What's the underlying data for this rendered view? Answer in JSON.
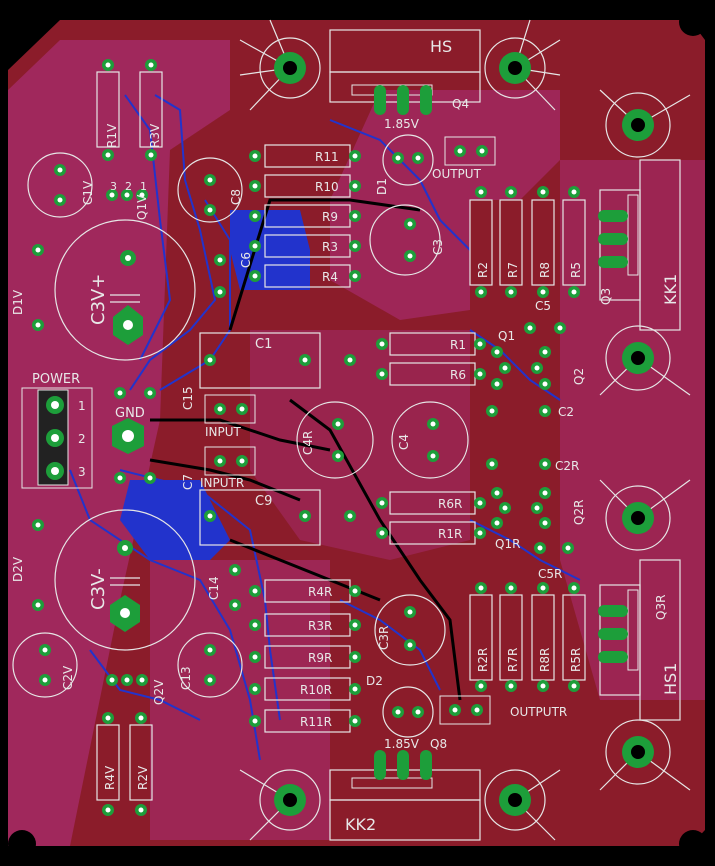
{
  "board": {
    "colors": {
      "copper_top": "#8b1c2a",
      "copper_hi": "#b5304a",
      "substrate": "#a0285c",
      "void": "#000000",
      "trace_blue": "#2233cc",
      "trace_red": "#c0304a",
      "pad_green": "#1d9e3a",
      "pad_hole": "#ffffff",
      "silk": "#e6e6e6"
    },
    "labels": {
      "hs": "HS",
      "hs1": "HS1",
      "kk1": "KK1",
      "kk2": "KK2",
      "power": "POWER",
      "gnd": "GND",
      "input": "INPUT",
      "inputr": "INPUTR",
      "output": "OUTPUT",
      "outputr": "OUTPUTR",
      "v185_top": "1.85V",
      "v185_bot": "1.85V",
      "c3vp": "C3V+",
      "c3vm": "C3V-",
      "c1v": "C1V",
      "c2v": "C2V",
      "c8": "C8",
      "c13": "C13",
      "c6": "C6",
      "c14": "C14",
      "c15": "C15",
      "c7": "C7",
      "c1": "C1",
      "c9": "C9",
      "c2": "C2",
      "c2r": "C2R",
      "c3": "C3",
      "c3r": "C3R",
      "c4": "C4",
      "c4r": "C4R",
      "c5": "C5",
      "c5r": "C5R",
      "r1v": "R1V",
      "r3v": "R3V",
      "r4v": "R4V",
      "r2v": "R2V",
      "q1v": "Q1V",
      "q2v": "Q2V",
      "d1v": "D1V",
      "d2v": "D2V",
      "d1": "D1",
      "d2": "D2",
      "q1": "Q1",
      "q2": "Q2",
      "q1r": "Q1R",
      "q2r": "Q2R",
      "q3": "Q3",
      "q3r": "Q3R",
      "q4": "Q4",
      "q8": "Q8",
      "r11": "R11",
      "r10": "R10",
      "r9": "R9",
      "r3": "R3",
      "r4": "R4",
      "r1": "R1",
      "r6": "R6",
      "r6r": "R6R",
      "r1r": "R1R",
      "r4r": "R4R",
      "r3r": "R3R",
      "r9r": "R9R",
      "r10r": "R10R",
      "r11r": "R11R",
      "r2": "R2",
      "r7": "R7",
      "r8": "R8",
      "r5": "R5",
      "r2r": "R2R",
      "r7r": "R7R",
      "r8r": "R8R",
      "r5r": "R5R",
      "pin1": "1",
      "pin2": "2",
      "pin3": "3",
      "q_pin1": "1",
      "q_pin2": "2",
      "q_pin3": "3"
    }
  }
}
